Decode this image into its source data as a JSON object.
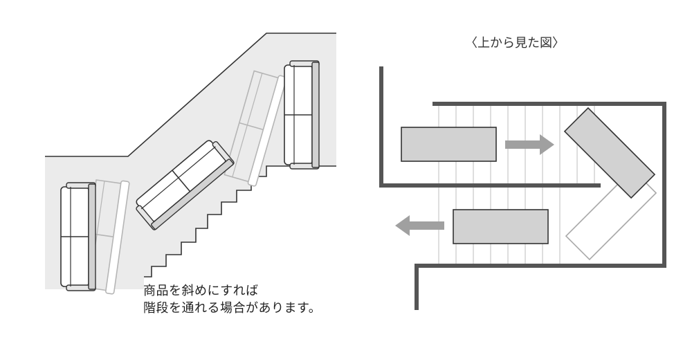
{
  "top_view_label": "〈上から見た図〉",
  "caption": {
    "line1": "商品を斜めにすれば",
    "line2": "階段を通れる場合があります。"
  },
  "colors": {
    "wall_fill": "#ebebeb",
    "outline": "#333333",
    "ghost": "#b5b5b5",
    "box_fill": "#d2d2d2",
    "arrow": "#a0a0a0",
    "stair_line": "#c8c8c8"
  }
}
